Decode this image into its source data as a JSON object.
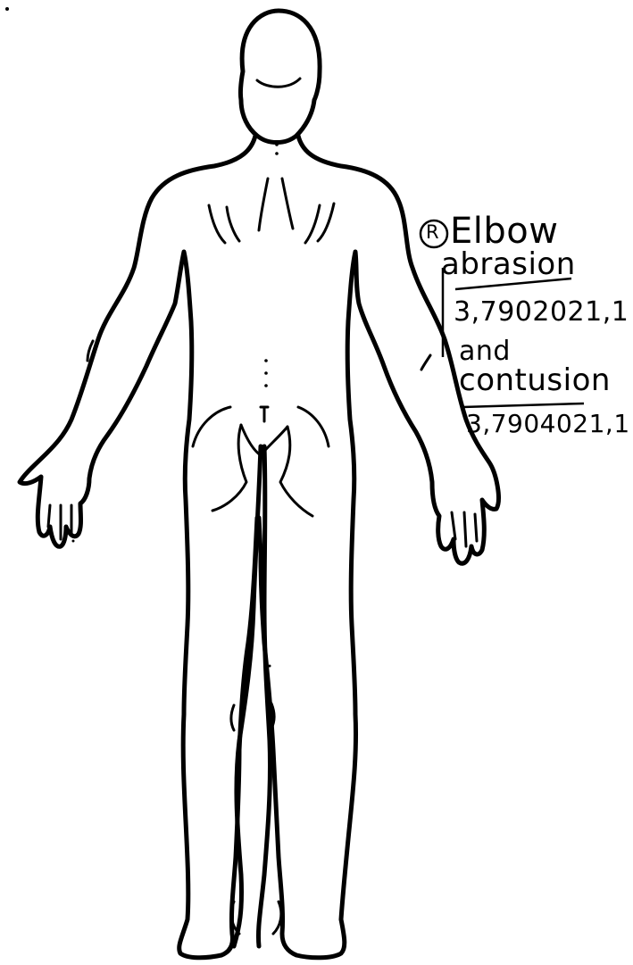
{
  "annotation": {
    "side_marker": "R",
    "line1": "Elbow",
    "line2": "abrasion",
    "code1": "3,7902021,1",
    "line3": "and",
    "line4": "contusion",
    "code2": "3,7904021,1"
  },
  "colors": {
    "ink": "#000000",
    "paper": "#ffffff"
  }
}
